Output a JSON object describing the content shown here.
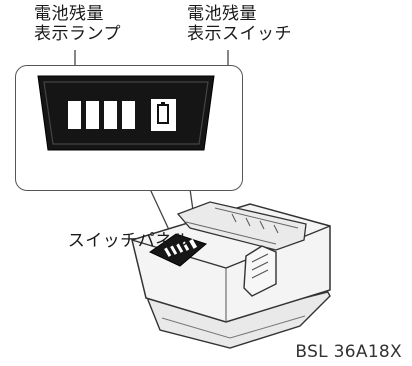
{
  "callouts": {
    "left": {
      "line1": "電池残量",
      "line2": "表示ランプ"
    },
    "right": {
      "line1": "電池残量",
      "line2": "表示スイッチ"
    }
  },
  "panel_label": "スイッチパネル",
  "model_number": "BSL 36A18X",
  "indicator": {
    "lamp_count": 4
  }
}
